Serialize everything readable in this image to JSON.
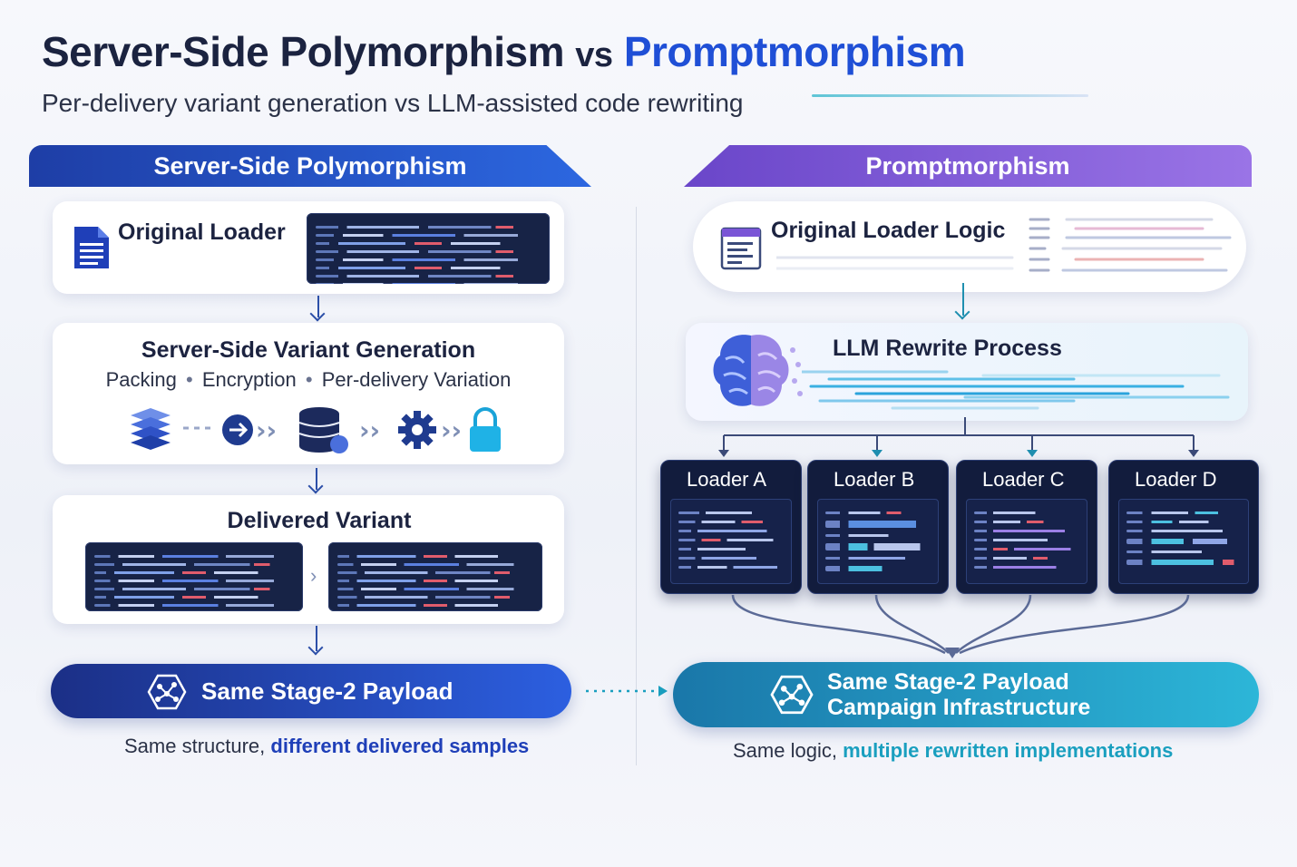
{
  "header": {
    "title_part1": "Server-Side Polymorphism",
    "title_vs": "vs",
    "title_part2": "Promptmorphism",
    "subtitle": "Per-delivery variant generation vs LLM-assisted code rewriting"
  },
  "left": {
    "tab": "Server-Side Polymorphism",
    "original_loader": "Original Loader",
    "generation_title": "Server-Side Variant Generation",
    "generation_steps": [
      "Packing",
      "Encryption",
      "Per-delivery Variation"
    ],
    "step_separator": "•",
    "delivered_title": "Delivered Variant",
    "delivered_separator": "›",
    "payload": "Same Stage-2 Payload",
    "caption_plain": "Same structure,",
    "caption_accent": "different delivered samples"
  },
  "right": {
    "tab": "Promptmorphism",
    "original_logic": "Original Loader Logic",
    "llm_title": "LLM Rewrite Process",
    "loaders": [
      "Loader A",
      "Loader B",
      "Loader C",
      "Loader D"
    ],
    "payload_line1": "Same Stage-2 Payload",
    "payload_line2": "Campaign Infrastructure",
    "caption_plain": "Same logic,",
    "caption_accent": "multiple rewritten implementations"
  },
  "colors": {
    "left_accent": "#1f4fd6",
    "right_accent": "#7a55d6",
    "teal_accent": "#1a9fbf",
    "code_bg": "#172346"
  },
  "icons": {
    "document": "document-icon",
    "stack": "layers-icon",
    "arrow_circle": "arrow-circle-icon",
    "database": "database-icon",
    "gear": "gear-icon",
    "lock": "lock-icon",
    "network": "network-icon",
    "brain": "brain-icon"
  }
}
